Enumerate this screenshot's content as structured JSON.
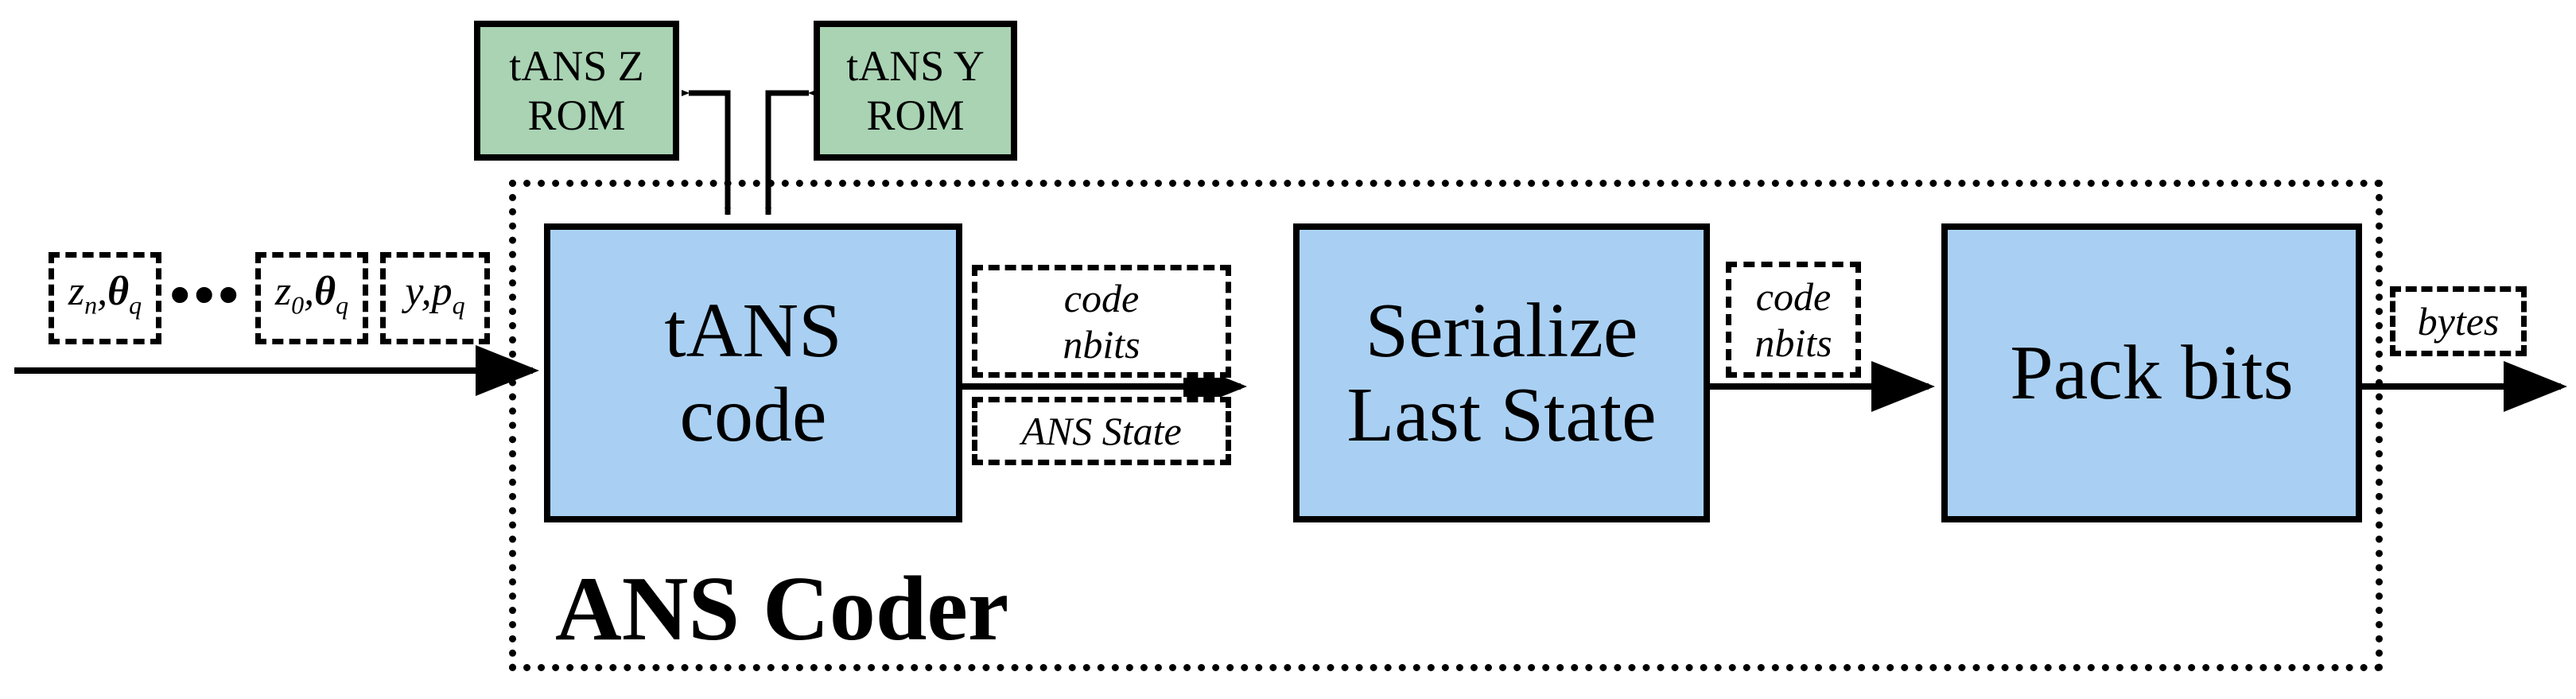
{
  "rom_z": {
    "line1": "tANS Z",
    "line2": "ROM"
  },
  "rom_y": {
    "line1": "tANS Y",
    "line2": "ROM"
  },
  "blocks": {
    "tans_code": {
      "line1": "tANS",
      "line2": "code"
    },
    "serialize": {
      "line1": "Serialize",
      "line2": "Last State"
    },
    "pack": {
      "label": "Pack bits"
    }
  },
  "inputs": {
    "zn": {
      "var": "z",
      "sub": "n",
      "sep": ",",
      "param": "θ",
      "psub": "q"
    },
    "ellipsis": "•••",
    "z0": {
      "var": "z",
      "sub": "0",
      "sep": ",",
      "param": "θ",
      "psub": "q"
    },
    "y": {
      "var": "y",
      "sep": ",",
      "param": "p",
      "psub": "q"
    }
  },
  "signals": {
    "code_nbits_1": {
      "line1": "code",
      "line2": "nbits"
    },
    "ans_state": "ANS State",
    "code_nbits_2": {
      "line1": "code",
      "line2": "nbits"
    },
    "bytes": "bytes"
  },
  "frame_title": "ANS Coder"
}
